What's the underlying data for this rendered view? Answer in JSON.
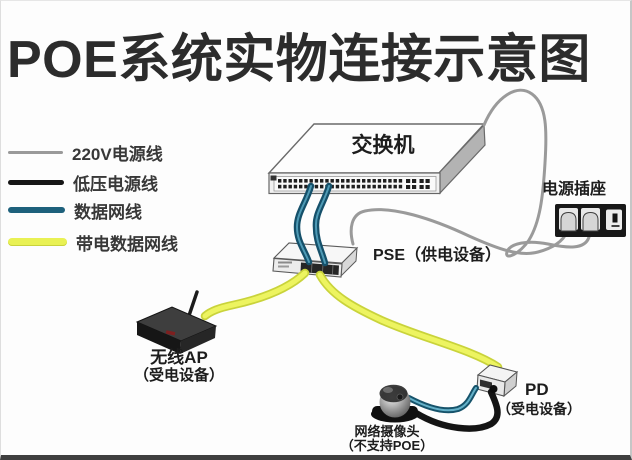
{
  "title": "POE系统实物连接示意图",
  "legend": {
    "items": [
      {
        "label": "220V电源线",
        "color": "#9a9a9a"
      },
      {
        "label": "低压电源线",
        "color": "#161616"
      },
      {
        "label": "数据网线",
        "color": "#1e617c"
      },
      {
        "label": "带电数据网线",
        "color": "#e9f154"
      }
    ]
  },
  "devices": {
    "switch": {
      "label": "交换机"
    },
    "power_socket": {
      "label": "电源插座"
    },
    "pse": {
      "label": "PSE（供电设备）"
    },
    "wireless_ap": {
      "label": "无线AP",
      "sublabel": "（受电设备）"
    },
    "pd": {
      "label": "PD",
      "sublabel": "（受电设备）"
    },
    "camera": {
      "label": "网络摄像头",
      "sublabel": "（不支持POE）"
    }
  },
  "connections": [
    {
      "from": "电源插座",
      "to": "交换机",
      "cable": "220V电源线"
    },
    {
      "from": "电源插座",
      "to": "PSE（供电设备）",
      "cable": "220V电源线"
    },
    {
      "from": "交换机",
      "to": "PSE（供电设备）",
      "cable": "数据网线"
    },
    {
      "from": "PSE（供电设备）",
      "to": "无线AP（受电设备）",
      "cable": "带电数据网线"
    },
    {
      "from": "PSE（供电设备）",
      "to": "PD（受电设备）",
      "cable": "带电数据网线"
    },
    {
      "from": "PD（受电设备）",
      "to": "网络摄像头（不支持POE）",
      "cable": "数据网线"
    },
    {
      "from": "PD（受电设备）",
      "to": "网络摄像头（不支持POE）",
      "cable": "低压电源线"
    }
  ],
  "colors": {
    "cable_220v": "#9a9a9a",
    "cable_low_voltage": "#141414",
    "cable_data": "#1e617c",
    "cable_data_highlight": "#63b0c8",
    "cable_powered_data": "#e9f154",
    "cable_powered_data_edge": "#c9d33b",
    "background": "#fdfdfd"
  }
}
